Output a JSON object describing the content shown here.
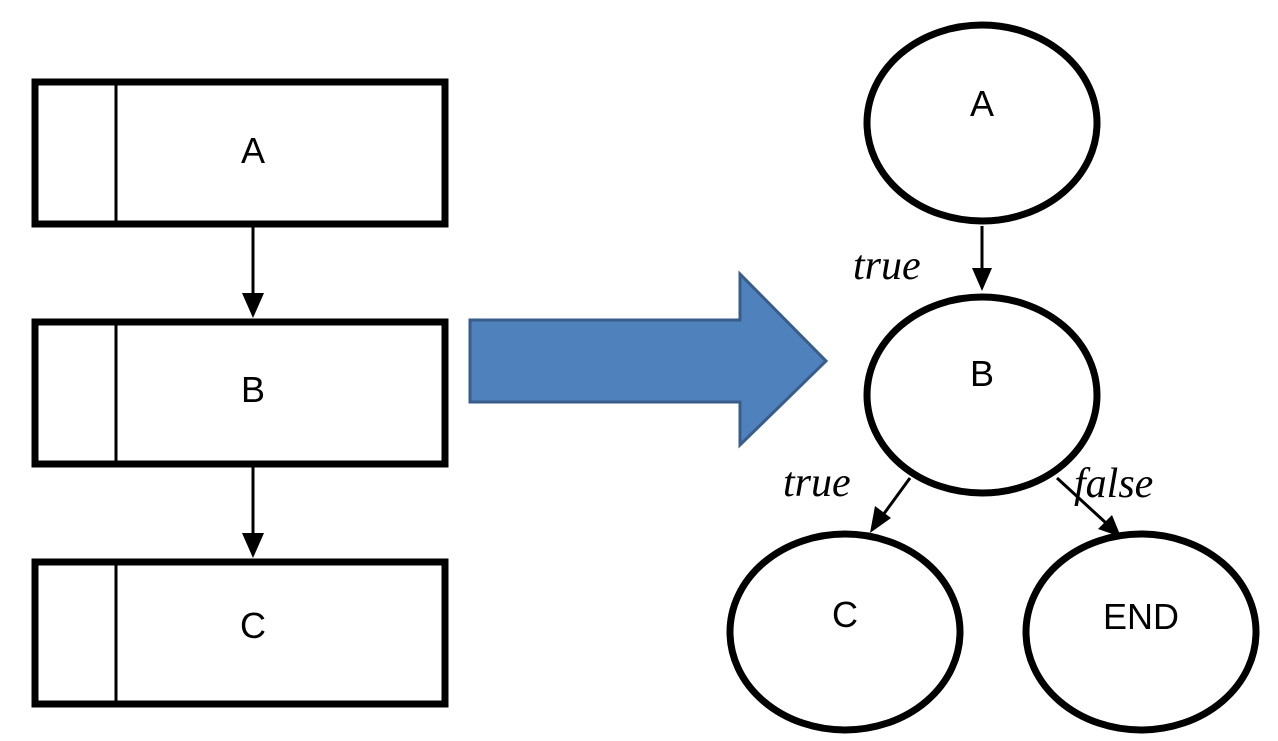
{
  "colors": {
    "stroke": "#000000",
    "background": "#ffffff",
    "transform_arrow_fill": "#4f81bd",
    "transform_arrow_stroke": "#385d8a"
  },
  "left_blocks": [
    {
      "label": "A"
    },
    {
      "label": "B"
    },
    {
      "label": "C"
    }
  ],
  "tree": {
    "nodes": {
      "A": "A",
      "B": "B",
      "C": "C",
      "END": "END"
    },
    "edges": {
      "a_to_b": "true",
      "b_to_c": "true",
      "b_to_end": "false"
    }
  }
}
